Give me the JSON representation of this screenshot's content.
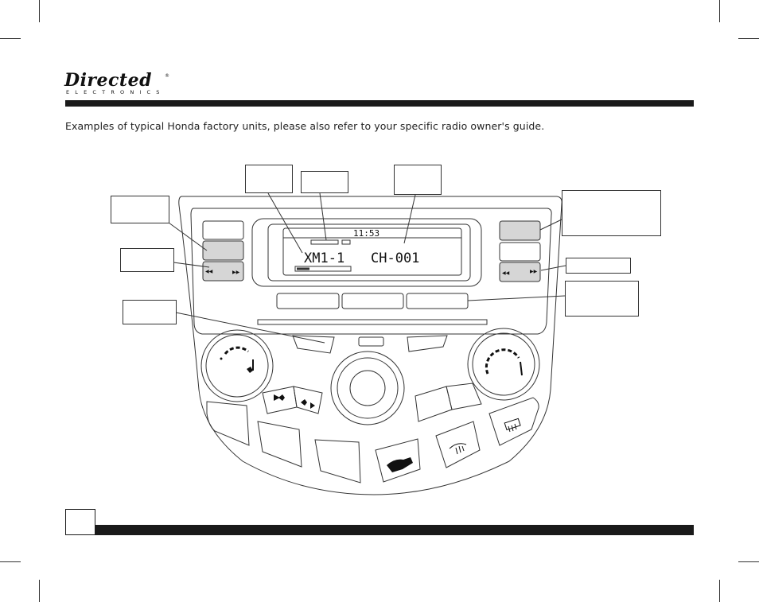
{
  "brand": {
    "logo_text": "Directed",
    "logo_subtext": "ELECTRONICS",
    "registered_mark": "®"
  },
  "intro_text": "Examples of typical Honda factory units, please also refer to your specific radio owner's guide.",
  "display": {
    "clock": "11:53",
    "line_left": "XM1-1",
    "line_right": "CH-001"
  },
  "icons": {
    "seek_left_left": "◀◀",
    "seek_left_right": "▶▶",
    "seek_right_left": "◀◀",
    "seek_right_right": "▶▶"
  },
  "page_number": "",
  "colors": {
    "rule": "#1a1a1a",
    "highlight_button": "#d6d6d6",
    "outline": "#333333"
  }
}
